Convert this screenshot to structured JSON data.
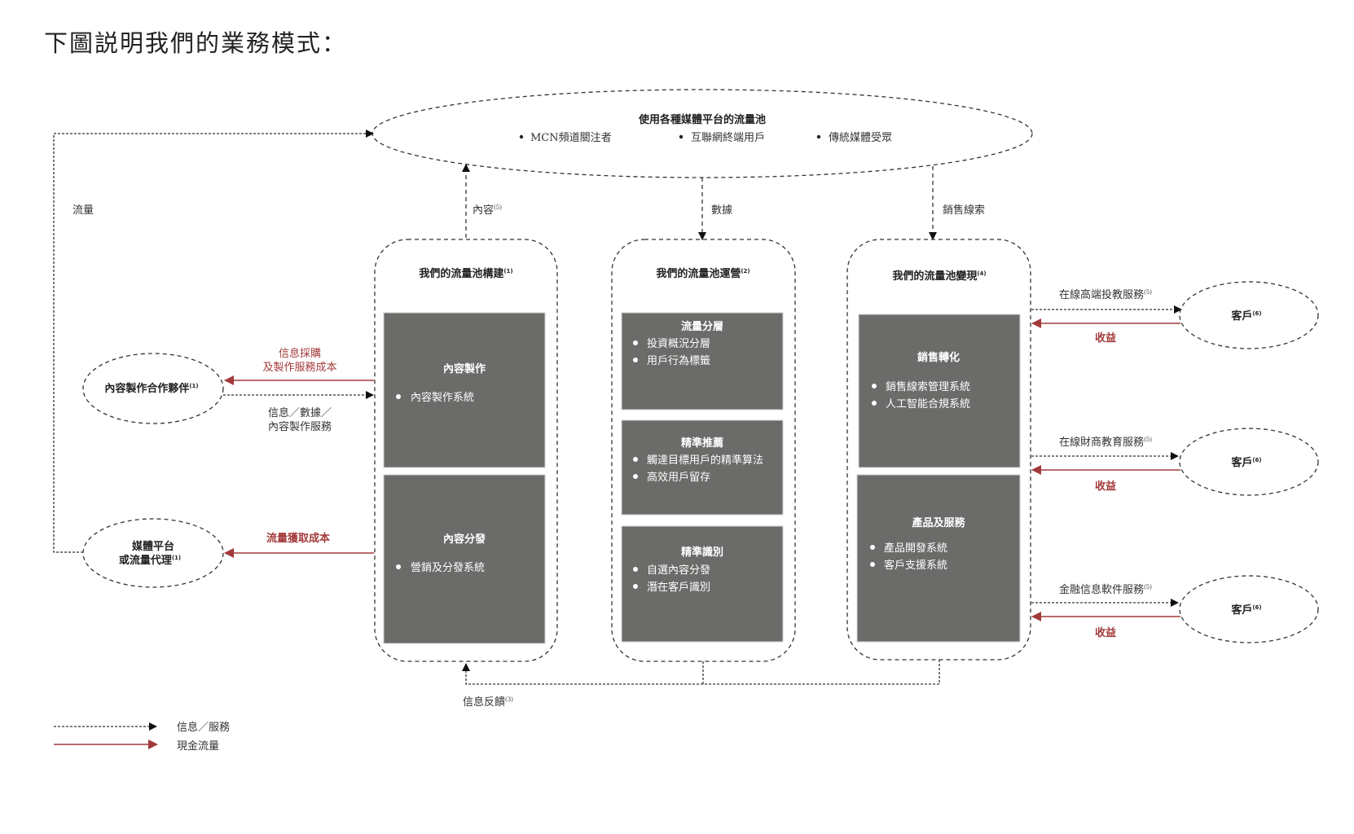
{
  "title": "下圖説明我們的業務模式：",
  "colors": {
    "cash_flow": "#a33a3a",
    "box_fill": "#6b6b69",
    "line": "#333333"
  },
  "traffic_pool": {
    "title": "使用各種媒體平台的流量池",
    "items": [
      "MCN頻道關注者",
      "互聯網終端用戶",
      "傳統媒體受眾"
    ]
  },
  "edge_labels": {
    "traffic": "流量",
    "content": "內容",
    "content_note": "(5)",
    "data": "數據",
    "sales_leads": "銷售線索",
    "feedback": "信息反饋",
    "feedback_note": "(3)"
  },
  "partners": {
    "content_partner": {
      "label": "內容製作合作夥伴",
      "note": "(1)"
    },
    "media_platform": {
      "line1": "媒體平台",
      "line2": "或流量代理",
      "note": "(1)"
    }
  },
  "partner_flows": {
    "procurement_cost_line1": "信息採購",
    "procurement_cost_line2": "及製作服務成本",
    "info_service_line1": "信息／數據／",
    "info_service_line2": "內容製作服務",
    "traffic_cost": "流量獲取成本"
  },
  "columns": [
    {
      "title": "我們的流量池構建",
      "note": "(1)",
      "blocks": [
        {
          "title": "內容製作",
          "items": [
            "內容製作系統"
          ]
        },
        {
          "title": "內容分發",
          "items": [
            "營銷及分發系統"
          ]
        }
      ]
    },
    {
      "title": "我們的流量池運營",
      "note": "(2)",
      "blocks": [
        {
          "title": "流量分層",
          "items": [
            "投資概況分層",
            "用戶行為標籤"
          ]
        },
        {
          "title": "精準推薦",
          "items": [
            "觸達目標用戶的精準算法",
            "高效用戶留存"
          ]
        },
        {
          "title": "精準識別",
          "items": [
            "自選內容分發",
            "潛在客戶識別"
          ]
        }
      ]
    },
    {
      "title": "我們的流量池變現",
      "note": "(4)",
      "blocks": [
        {
          "title": "銷售轉化",
          "items": [
            "銷售線索管理系統",
            "人工智能合規系統"
          ]
        },
        {
          "title": "產品及服務",
          "items": [
            "產品開發系統",
            "客戶支援系統"
          ]
        }
      ]
    }
  ],
  "customers": [
    {
      "service": "在線高端投教服務",
      "service_note": "(5)",
      "label": "客戶",
      "note": "(6)",
      "revenue": "收益"
    },
    {
      "service": "在線財商教育服務",
      "service_note": "(5)",
      "label": "客戶",
      "note": "(6)",
      "revenue": "收益"
    },
    {
      "service": "金融信息軟件服務",
      "service_note": "(5)",
      "label": "客戶",
      "note": "(6)",
      "revenue": "收益"
    }
  ],
  "legend": [
    {
      "style": "dotted-arrow",
      "label": "信息／服務"
    },
    {
      "style": "solid-red-arrow",
      "label": "現金流量"
    }
  ]
}
